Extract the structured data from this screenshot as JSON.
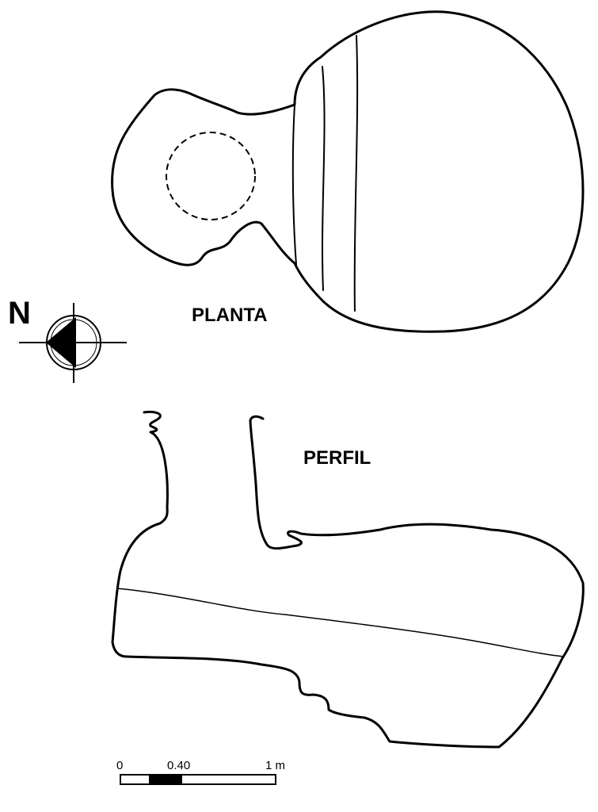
{
  "labels": {
    "plan": "PLANTA",
    "profile": "PERFIL",
    "north": "N"
  },
  "scale_bar": {
    "tick_0": "0",
    "tick_mid": "0.40",
    "tick_end": "1 m"
  },
  "icons": {
    "north_arrow": "compass-north-arrow-icon"
  },
  "colors": {
    "ink": "#000000",
    "background": "#ffffff"
  }
}
